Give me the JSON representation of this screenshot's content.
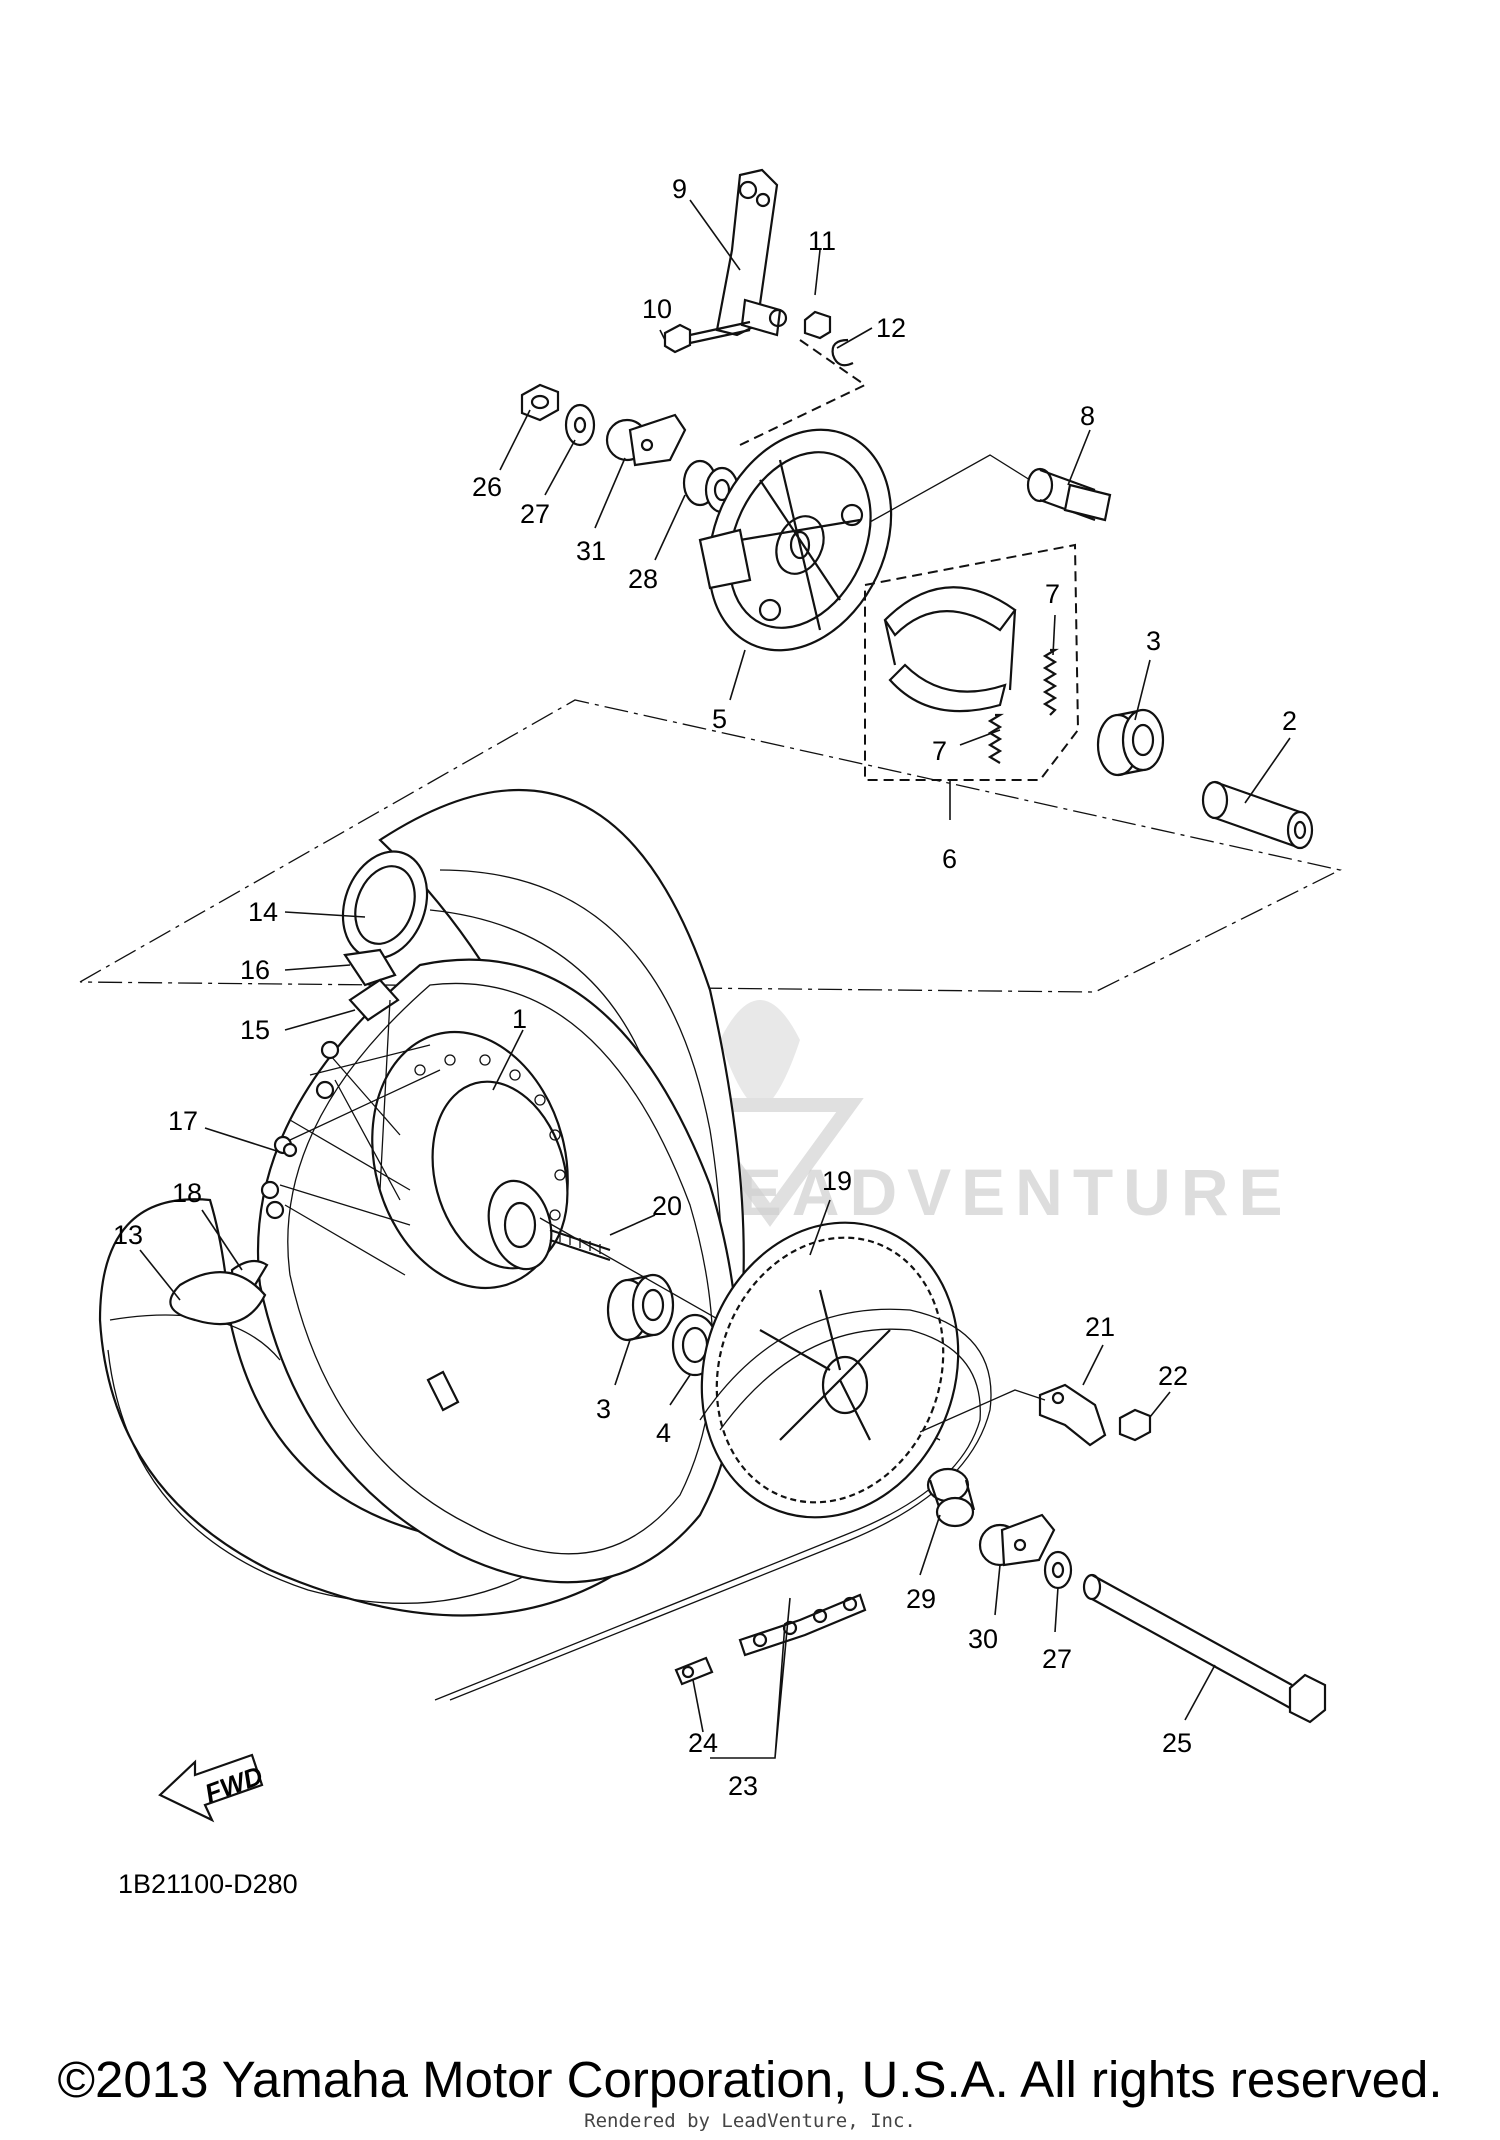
{
  "callouts": {
    "c1": "1",
    "c2": "2",
    "c3a": "3",
    "c3b": "3",
    "c4": "4",
    "c5": "5",
    "c6": "6",
    "c7a": "7",
    "c7b": "7",
    "c8": "8",
    "c9": "9",
    "c10": "10",
    "c11": "11",
    "c12": "12",
    "c13": "13",
    "c14": "14",
    "c15": "15",
    "c16": "16",
    "c17": "17",
    "c18": "18",
    "c19": "19",
    "c20": "20",
    "c21": "21",
    "c22": "22",
    "c23": "23",
    "c24": "24",
    "c25": "25",
    "c26": "26",
    "c27a": "27",
    "c27b": "27",
    "c28": "28",
    "c29": "29",
    "c30": "30",
    "c31": "31"
  },
  "direction_label": "FWD",
  "drawing_code": "1B21100-D280",
  "copyright": "©2013 Yamaha Motor Corporation, U.S.A. All rights reserved.",
  "rendered_by": "Rendered by LeadVenture, Inc.",
  "watermark_text": "LEADVENTURE"
}
